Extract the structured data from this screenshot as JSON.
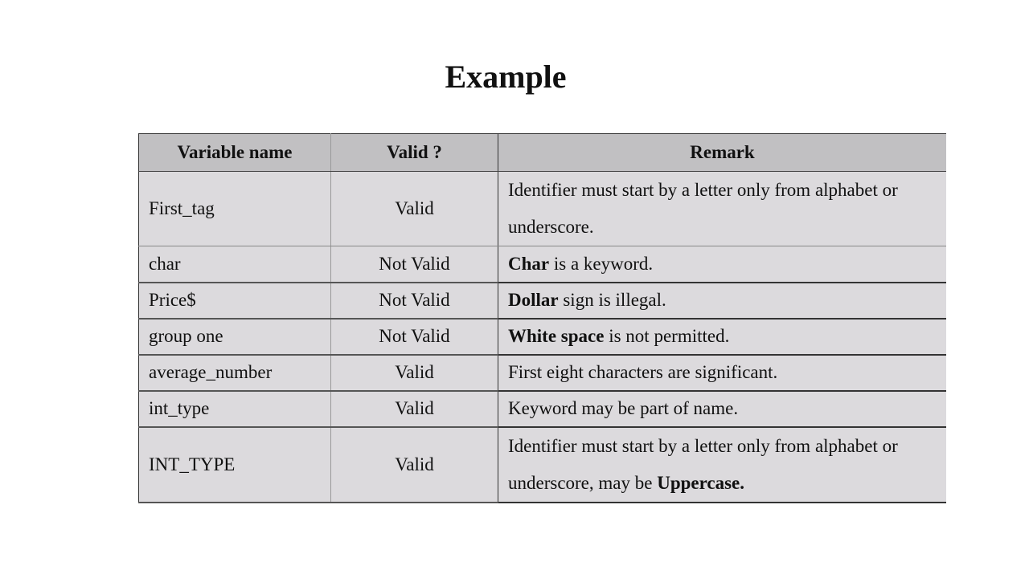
{
  "title": "Example",
  "table": {
    "headers": [
      "Variable name",
      "Valid ?",
      "Remark"
    ],
    "rows": [
      {
        "name": "First_tag",
        "valid": "Valid",
        "remark_bold": "",
        "remark": "Identifier must start by a letter only from alphabet or underscore.",
        "remark_tail_bold": ""
      },
      {
        "name": "char",
        "valid": "Not Valid",
        "remark_bold": "Char",
        "remark": " is a keyword.",
        "remark_tail_bold": ""
      },
      {
        "name": "Price$",
        "valid": "Not Valid",
        "remark_bold": "Dollar",
        "remark": " sign is illegal.",
        "remark_tail_bold": ""
      },
      {
        "name": "group one",
        "valid": "Not Valid",
        "remark_bold": "White space",
        "remark": " is not permitted.",
        "remark_tail_bold": ""
      },
      {
        "name": "average_number",
        "valid": "Valid",
        "remark_bold": "",
        "remark": "First eight characters are significant.",
        "remark_tail_bold": ""
      },
      {
        "name": "int_type",
        "valid": "Valid",
        "remark_bold": "",
        "remark": "Keyword may be part of name.",
        "remark_tail_bold": ""
      },
      {
        "name": "INT_TYPE",
        "valid": "Valid",
        "remark_bold": "",
        "remark": "Identifier must start by a letter only from alphabet or underscore, may be ",
        "remark_tail_bold": "Uppercase."
      }
    ]
  }
}
